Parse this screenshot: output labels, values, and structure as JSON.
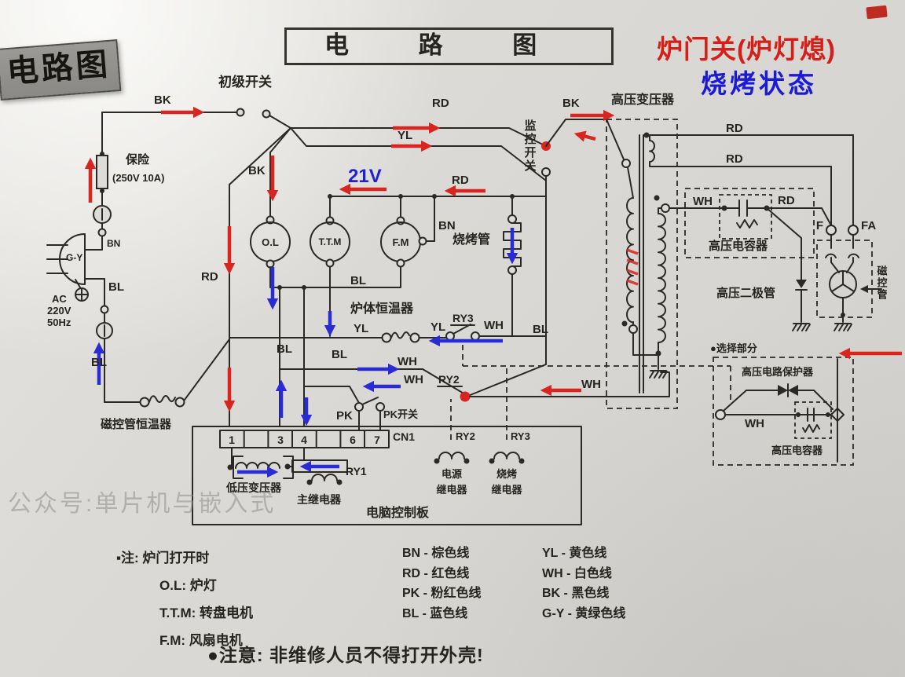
{
  "header": {
    "corner_tag": "电路图",
    "title": "电 路 图",
    "state_line1": "炉门关(炉灯熄)",
    "state_line2": "烧烤状态"
  },
  "labels": {
    "bk_top": "BK",
    "bk_mid": "BK",
    "bk_hv": "BK",
    "rd_top": "RD",
    "rd_mid": "RD",
    "rd_left": "RD",
    "rd_fil1": "RD",
    "rd_fil2": "RD",
    "rd_cap": "RD",
    "yl_top": "YL",
    "yl_left": "YL",
    "yl_right": "YL",
    "wh_sec": "WH",
    "wh_upper": "WH",
    "wh_lower": "WH",
    "wh_ry3": "WH",
    "wh_ry2": "WH",
    "wh_protect": "WH",
    "bl_plug": "BL",
    "bl_bottom": "BL",
    "bl_left": "BL",
    "bl_mid": "BL",
    "bl_motor": "BL",
    "bl_monitor": "BL",
    "bn_plug": "BN",
    "bn_fan": "BN",
    "gy": "G-Y",
    "pk": "PK",
    "pk_switch": "PK开关",
    "v21": "21V",
    "fuse": "保险",
    "fuse_rating": "(250V 10A)",
    "ac_1": "AC",
    "ac_2": "220V",
    "ac_3": "50Hz",
    "primary_switch": "初级开关",
    "monitor_switch": "监控开关",
    "hv_transformer": "高压变压器",
    "hv_capacitor": "高压电容器",
    "hv_diode": "高压二极管",
    "magnetron": "磁控管",
    "magnetron_thermostat": "磁控管恒温器",
    "cavity_thermostat": "炉体恒温器",
    "grill_tube": "烧烤管",
    "lv_transformer": "低压变压器",
    "main_relay": "主继电器",
    "control_board": "电脑控制板",
    "cn1": "CN1",
    "ry1": "RY1",
    "ry2_contact": "RY2",
    "ry3_contact": "RY3",
    "ry2_relay": "RY2",
    "ry3_relay": "RY3",
    "power_relay_a": "电源",
    "power_relay_b": "继电器",
    "grill_relay_a": "烧烤",
    "grill_relay_b": "继电器",
    "optional_section": "●选择部分",
    "hv_protector": "高压电路保护器",
    "hv_capacitor2": "高压电容器",
    "terminal_f": "F",
    "terminal_fa": "FA",
    "lamp": "O.L",
    "turntable_motor": "T.T.M",
    "fan_motor": "F.M"
  },
  "cn1_cells": [
    "1",
    "",
    "3",
    "4",
    "",
    "6",
    "7"
  ],
  "notes": {
    "heading": "▪注: 炉门打开时",
    "line1": "O.L: 炉灯",
    "line2": "T.T.M: 转盘电机",
    "line3": "F.M: 风扇电机"
  },
  "legend": {
    "col1": [
      "BN - 棕色线",
      "RD - 红色线",
      "PK - 粉红色线",
      "BL - 蓝色线"
    ],
    "col2": [
      "YL - 黄色线",
      "WH - 白色线",
      "BK - 黑色线",
      "G-Y - 黄绿色线"
    ]
  },
  "warning": "●注意:  非维修人员不得打开外壳!",
  "watermark": "公众号:单片机与嵌入式",
  "colors": {
    "flow_red": "#d8251f",
    "flow_blue": "#2b2bd4",
    "title_red": "#d42018",
    "title_blue": "#1b1bd6",
    "wire": "#2b2925",
    "paper": "#d9d7d3"
  }
}
